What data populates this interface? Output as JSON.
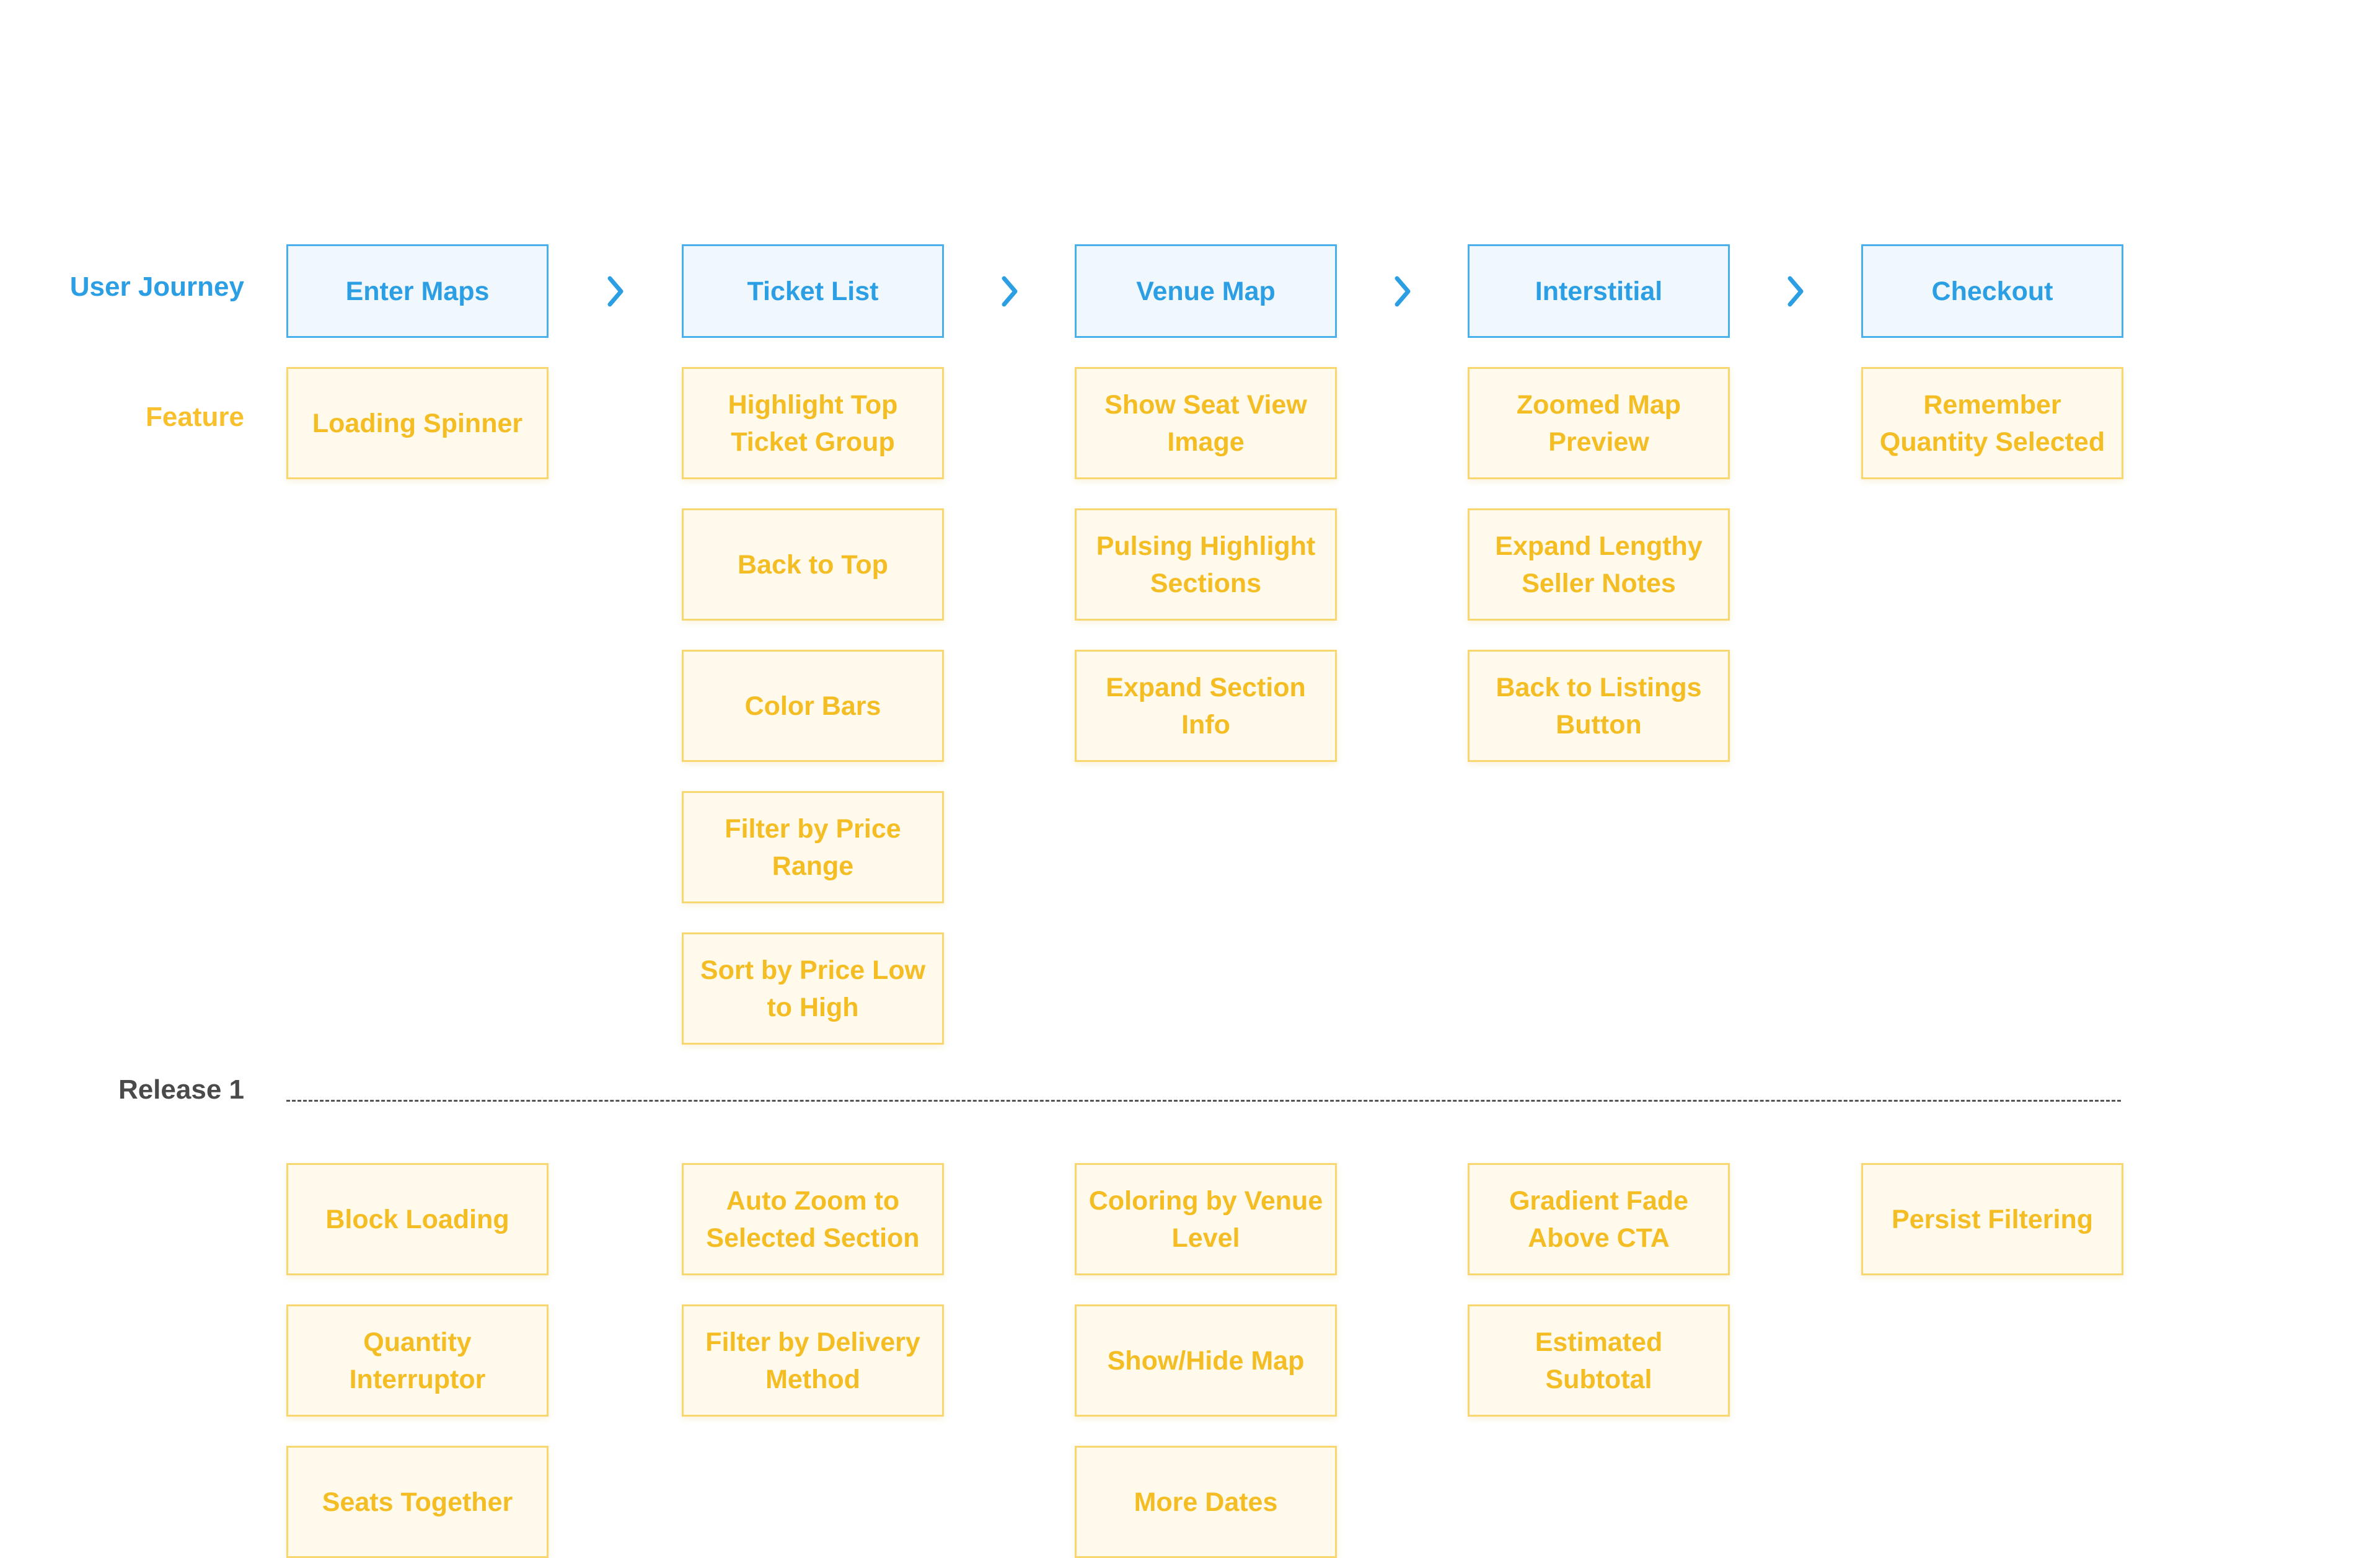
{
  "labels": {
    "user_journey": "User Journey",
    "feature": "Feature",
    "release": "Release 1"
  },
  "journey": [
    {
      "title": "Enter Maps",
      "features": [
        "Loading Spinner"
      ],
      "release_features": [
        "Block Loading",
        "Quantity Interruptor",
        "Seats Together"
      ]
    },
    {
      "title": "Ticket List",
      "features": [
        "Highlight Top Ticket Group",
        "Back to Top",
        "Color Bars",
        "Filter by Price Range",
        "Sort by Price Low to High"
      ],
      "release_features": [
        "Auto Zoom to Selected Section",
        "Filter by Delivery Method"
      ]
    },
    {
      "title": "Venue Map",
      "features": [
        "Show Seat View Image",
        "Pulsing Highlight Sections",
        "Expand Section Info"
      ],
      "release_features": [
        "Coloring by Venue Level",
        "Show/Hide Map",
        "More Dates"
      ]
    },
    {
      "title": "Interstitial",
      "features": [
        "Zoomed Map Preview",
        "Expand Lengthy Seller Notes",
        "Back to Listings Button"
      ],
      "release_features": [
        "Gradient Fade Above CTA",
        "Estimated Subtotal"
      ]
    },
    {
      "title": "Checkout",
      "features": [
        "Remember Quantity Selected"
      ],
      "release_features": [
        "Persist Filtering"
      ]
    }
  ],
  "icons": {
    "step_separator": "chevron-right-icon"
  },
  "colors": {
    "journey_text": "#2c9fe4",
    "journey_border": "#4ab0ec",
    "journey_fill": "#f0f8fe",
    "feature_text": "#f4bd24",
    "feature_border": "#f9d66e",
    "feature_fill": "#fffaeb",
    "release_text": "#4a4a4a"
  }
}
